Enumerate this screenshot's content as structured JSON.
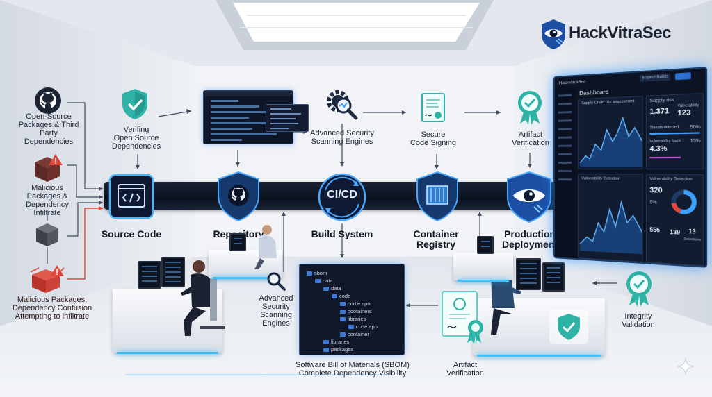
{
  "brand": {
    "name": "HackVitraSec",
    "logo_icon": "eye-shield-icon"
  },
  "threats": {
    "third_party": {
      "line1": "Open-Source",
      "line2": "Packages & Third",
      "line3": "Party Dependencies",
      "icon": "github-icon"
    },
    "infiltrate": {
      "line1": "Malicious",
      "line2": "Packages &",
      "line3": "Dependency",
      "line4": "Infiltrate",
      "icon": "warning-box-icon"
    },
    "confusion": {
      "line1": "Malicious Packages,",
      "line2": "Dependency Confusion",
      "line3": "Attempting to infiltrate",
      "icon": "broken-box-icon"
    }
  },
  "checks": {
    "verifying": {
      "line1": "Verifing",
      "line2": "Open Source",
      "line3": "Dependencies"
    },
    "scanning_top": {
      "line1": "Advanced Security",
      "line2": "Scanning Engines"
    },
    "signing": {
      "line1": "Secure",
      "line2": "Code Signing"
    },
    "verification_top": {
      "line1": "Artifact",
      "line2": "Verification"
    },
    "scanning_bottom": {
      "line1": "Advanced",
      "line2": "Security",
      "line3": "Scanning",
      "line4": "Engines"
    },
    "verification_bottom": {
      "line1": "Artifact",
      "line2": "Verification"
    },
    "integrity": {
      "line1": "Integrity",
      "line2": "Validation"
    }
  },
  "pipeline": {
    "source": {
      "label": "Source Code",
      "icon": "code-window-icon"
    },
    "repository": {
      "label": "Repository",
      "icon": "github-shield-icon"
    },
    "build": {
      "label": "Build System",
      "icon_text": "CI/CD"
    },
    "registry": {
      "line1": "Container",
      "line2": "Registry",
      "icon": "container-shield-icon"
    },
    "production": {
      "line1": "Production",
      "line2": "Deployment",
      "icon": "eye-shield-icon"
    }
  },
  "sbom": {
    "title": "Software Bill of Materials (SBOM)",
    "subtitle": "Complete Dependency Visibility",
    "tree": [
      {
        "name": "sbom",
        "depth": 0
      },
      {
        "name": "data",
        "depth": 1
      },
      {
        "name": "data",
        "depth": 2
      },
      {
        "name": "code",
        "depth": 3
      },
      {
        "name": "cortle spo",
        "depth": 4
      },
      {
        "name": "cootainers",
        "depth": 4
      },
      {
        "name": "libraries",
        "depth": 4
      },
      {
        "name": "code app",
        "depth": 5
      },
      {
        "name": "container",
        "depth": 4
      },
      {
        "name": "libraries",
        "depth": 2
      },
      {
        "name": "packages",
        "depth": 2
      }
    ]
  },
  "dashboard": {
    "app": "HackVitraSec",
    "title": "Dashboard",
    "search": "Inspect Builds",
    "panel1": "Supply Chain risk assessment",
    "panel2_title": "Supply risk",
    "stat1": "1.371",
    "stat2": "123",
    "stat2_label": "Vulnerability",
    "stat3_label": "Threats detected",
    "stat3_pct": "50%",
    "stat4": "4.3%",
    "stat4_label": "Vulnerability found",
    "stat5_pct": "13%",
    "panel3": "Vulnerability Detection",
    "panel4": "Vulnerability Detection",
    "s1": "320",
    "s2": "5%",
    "s3": "556",
    "s4": "139",
    "s5": "13",
    "s5_label": "Detections"
  },
  "colors": {
    "accent": "#3da0ff",
    "threat": "#e0463b",
    "shield": "#2a7fd6",
    "dark": "#0c1322"
  }
}
